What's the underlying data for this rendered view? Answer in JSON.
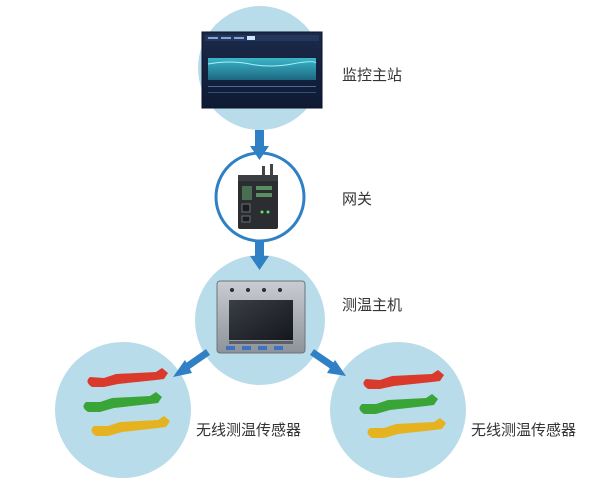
{
  "nodes": {
    "monitoring_station": {
      "label": "监控主站"
    },
    "gateway": {
      "label": "网关"
    },
    "temperature_host": {
      "label": "测温主机"
    },
    "sensor_left": {
      "label": "无线测温传感器"
    },
    "sensor_right": {
      "label": "无线测温传感器"
    }
  },
  "colors": {
    "circle_fill": "#b9dcea",
    "arrow": "#2f80c4",
    "gateway_ring": "#2f80c4",
    "sensor_red": "#d93a2b",
    "sensor_green": "#3aa537",
    "sensor_yellow": "#e5b320"
  }
}
